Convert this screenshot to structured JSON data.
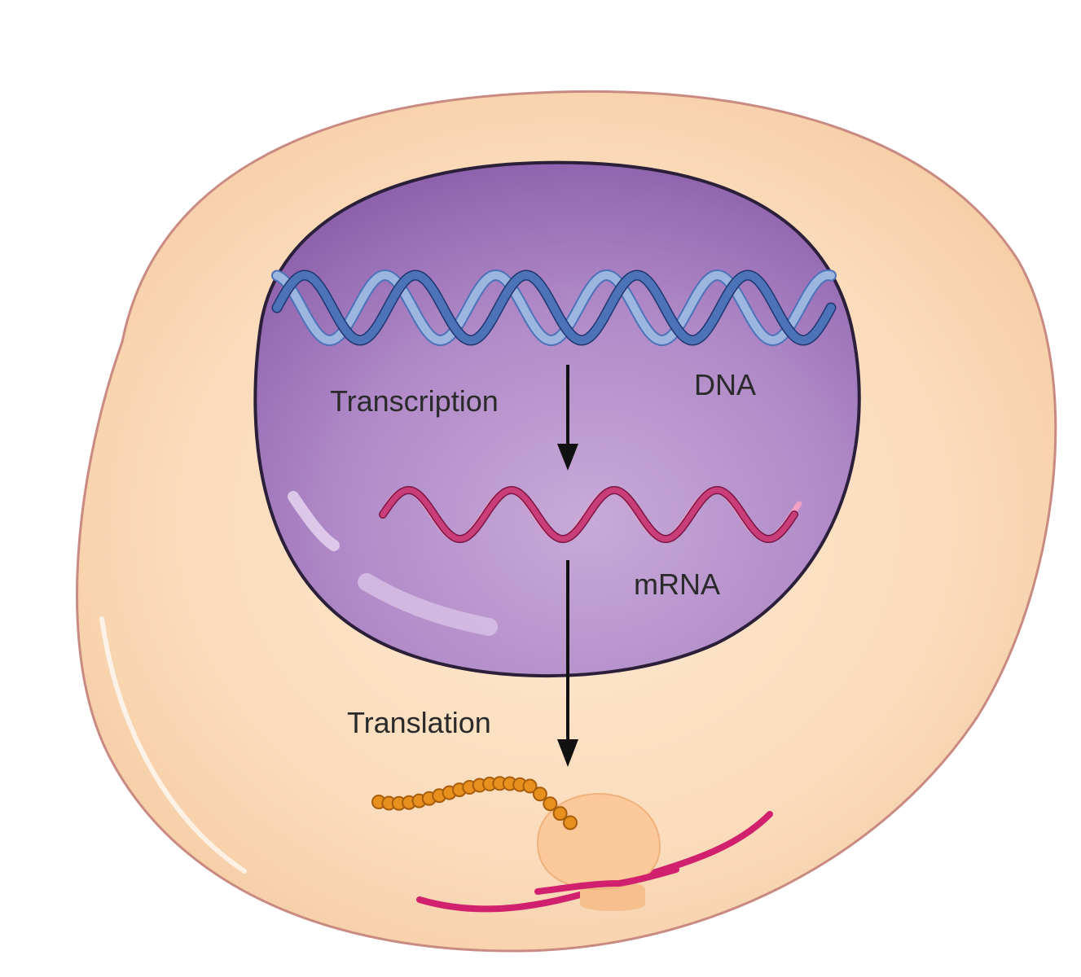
{
  "labels": {
    "dna": "DNA",
    "transcription": "Transcription",
    "mrna": "mRNA",
    "translation": "Translation"
  },
  "colors": {
    "cell_fill": "#fde4c8",
    "cell_rim": "#f7d2ac",
    "cell_outline": "#c98a82",
    "nucleus_fill": "#b48cc8",
    "nucleus_dark": "#8e63ad",
    "nucleus_outline": "#2b1f3a",
    "dna_strand": "#4c72b8",
    "dna_strand_light": "#9db6e0",
    "mrna_strand": "#c93d78",
    "mrna_strand_light": "#f2a0c4",
    "polypeptide_bead": "#e8901e",
    "ribosome": "#fbc99a",
    "mrna_cytoplasm": "#d0206e",
    "arrow": "#111111"
  },
  "structure": {
    "dna_turns": 5,
    "mrna_turns": 4,
    "polypeptide_beads": 20
  }
}
